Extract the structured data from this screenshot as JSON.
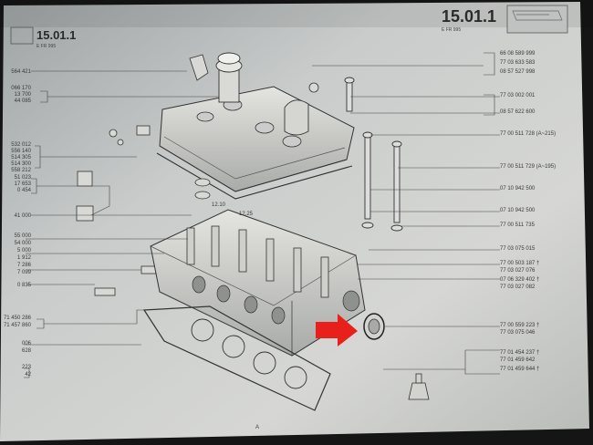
{
  "header": {
    "section_left": "15.01.1",
    "section_left_sub": "E        FR 995",
    "section_right": "15.01.1",
    "section_right_sub": "E        FR 995"
  },
  "right_labels": [
    {
      "text": "66 08 589 999"
    },
    {
      "text": "77 03 633 583"
    },
    {
      "text": "08 57 527 998"
    },
    {
      "text": "77 03 002 001"
    },
    {
      "text": "08 57 622 600"
    },
    {
      "text": "77 00 511 728 (A~215)"
    },
    {
      "text": "77 00 511 729 (A~195)"
    },
    {
      "text": "07 10 942 500"
    },
    {
      "text": "07 10 942 500"
    },
    {
      "text": "77 00 511 735"
    },
    {
      "text": "77 03 075 015"
    },
    {
      "text": "77 00 503 187 †"
    },
    {
      "text": "77 03 027 076"
    },
    {
      "text": "07 06 329 402 †"
    },
    {
      "text": "77 03 027 082"
    },
    {
      "text": "77 00 559 223 †"
    },
    {
      "text": "77 03 075 046"
    },
    {
      "text": "77 01 454 237 †"
    },
    {
      "text": "77 01 459 642"
    },
    {
      "text": "77 01 459 644 †"
    }
  ],
  "left_labels": [
    {
      "text": "564 421"
    },
    {
      "text": "066 170"
    },
    {
      "text": "13 700"
    },
    {
      "text": "44 085"
    },
    {
      "text": "532 012"
    },
    {
      "text": "556 140"
    },
    {
      "text": "514 305"
    },
    {
      "text": "514 300"
    },
    {
      "text": "558 212"
    },
    {
      "text": "51 023"
    },
    {
      "text": "17 653"
    },
    {
      "text": "0 454"
    },
    {
      "text": "41 000"
    },
    {
      "text": "55 000"
    },
    {
      "text": "54 000"
    },
    {
      "text": "5 000"
    },
    {
      "text": "1 912"
    },
    {
      "text": "7 286"
    },
    {
      "text": "7 099"
    },
    {
      "text": "0 835"
    },
    {
      "text": "71 450 286"
    },
    {
      "text": "71 457 860"
    },
    {
      "text": "006"
    },
    {
      "text": "628"
    },
    {
      "text": "223"
    },
    {
      "text": "42"
    }
  ],
  "dimension_labels": [
    {
      "text": "12.10"
    },
    {
      "text": "12.25"
    }
  ],
  "footer_mark": "A",
  "highlight_color": "#e8201c"
}
